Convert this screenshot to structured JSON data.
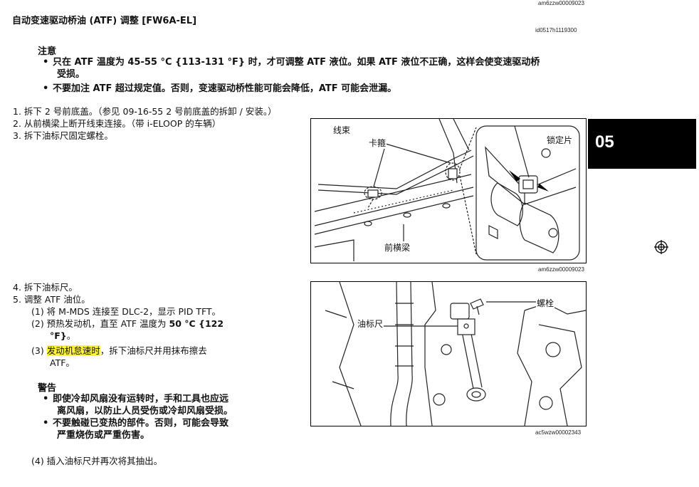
{
  "header": {
    "code_top": "am6zzw00009023",
    "title": "自动变速驱动桥油 (ATF) 调整 [FW6A-EL]",
    "id_code": "id0517h1119300"
  },
  "caution": {
    "heading": "注意",
    "items": [
      [
        "只在 ATF 温度为 45-55 °C {113-131 °F} 时，才可调整 ATF 液位。如果 ATF 液位不正确，这样会使变速驱动桥",
        "受损。"
      ],
      [
        "不要加注 ATF 超过规定值。否则，变速驱动桥性能可能会降低，ATF 可能会泄漏。"
      ]
    ]
  },
  "steps_a": [
    "1.  拆下 2 号前底盖。（参见 09-16-55 2 号前底盖的拆卸 / 安装。）",
    "2.  从前横梁上断开线束连接。（带 i-ELOOP 的车辆）",
    "3.  拆下油标尺固定螺栓。"
  ],
  "steps_b": {
    "s4": "4.  拆下油标尺。",
    "s5": "5.  调整 ATF 油位。",
    "sub1": "(1) 将 M-MDS 连接至 DLC-2，显示 PID TFT。",
    "sub2_line1": "(2) 预热发动机，直至 ATF 温度为",
    "sub2_bold": "50 °C {122",
    "sub2_line2": "°F}",
    "sub2_end": "。",
    "sub3_prefix": "(3) ",
    "sub3_highlight": "发动机怠速时",
    "sub3_rest": "，拆下油标尺并用抹布擦去",
    "sub3_line2": "ATF。",
    "sub4": "(4) 插入油标尺并再次将其抽出。"
  },
  "warning": {
    "heading": "警告",
    "items": [
      [
        "即使冷却风扇没有运转时，手和工具也应远",
        "离风扇，以防止人员受伤或冷却风扇受损。"
      ],
      [
        "不要触碰已变热的部件。否则，可能会导致",
        "严重烧伤或严重伤害。"
      ]
    ]
  },
  "figure1": {
    "label_harness": "线束",
    "label_clip": "卡箍",
    "label_lock": "锁定片",
    "label_beam": "前横梁",
    "code": "am6zzw00009023"
  },
  "figure2": {
    "label_bolt": "螺栓",
    "label_dipstick": "油标尺",
    "code": "ac5wzw00002343"
  },
  "section_tab": "05",
  "registration_icon": "crosshair-target-icon"
}
